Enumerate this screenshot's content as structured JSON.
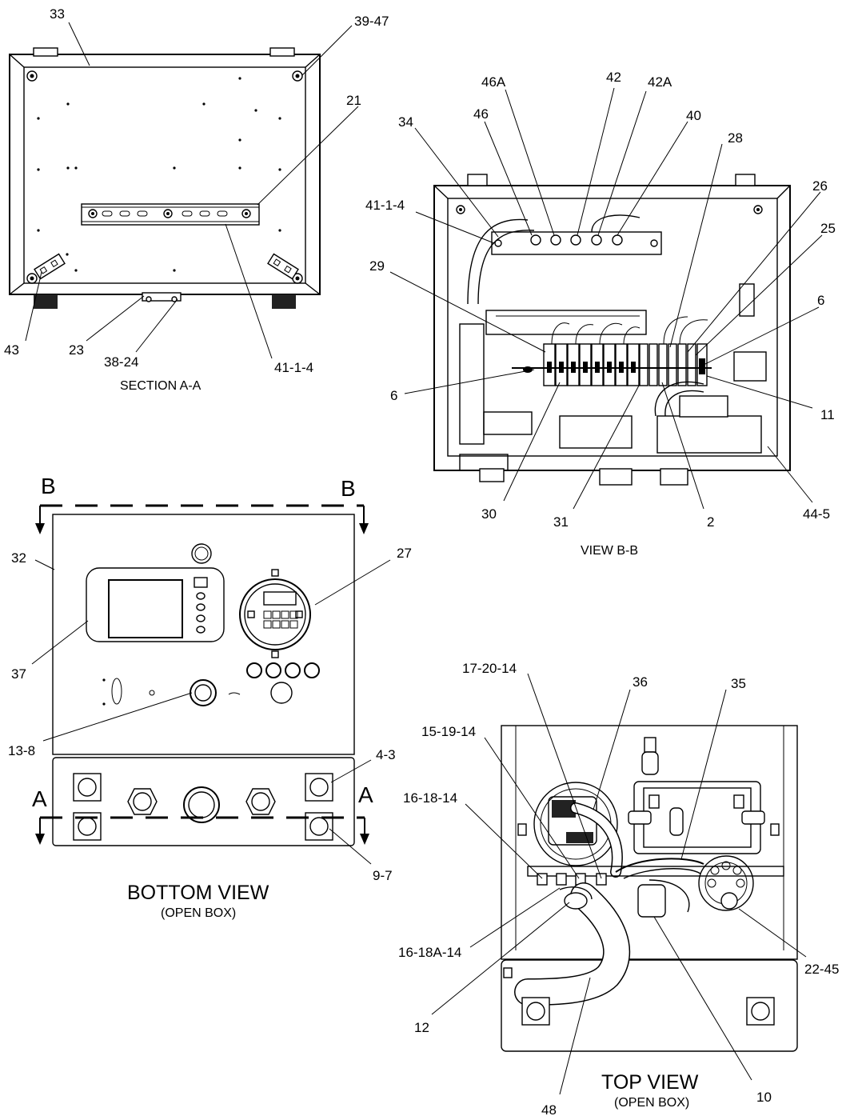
{
  "views": {
    "section_aa": {
      "caption": "SECTION A-A"
    },
    "view_bb": {
      "caption": "VIEW B-B"
    },
    "bottom_view": {
      "title": "BOTTOM VIEW",
      "subtitle": "(OPEN BOX)"
    },
    "top_view": {
      "title": "TOP VIEW",
      "subtitle": "(OPEN BOX)"
    }
  },
  "section_markers": {
    "b_left": "B",
    "b_right": "B",
    "a_left": "A",
    "a_right": "A"
  },
  "callouts": {
    "sa_33": "33",
    "sa_39_47": "39-47",
    "sa_21": "21",
    "sa_43": "43",
    "sa_23": "23",
    "sa_38_24": "38-24",
    "sa_41_1_4": "41-1-4",
    "vb_46a": "46A",
    "vb_42": "42",
    "vb_42a": "42A",
    "vb_46": "46",
    "vb_40": "40",
    "vb_34": "34",
    "vb_28": "28",
    "vb_26": "26",
    "vb_41_1_4": "41-1-4",
    "vb_25": "25",
    "vb_29": "29",
    "vb_6a": "6",
    "vb_6b": "6",
    "vb_11": "11",
    "vb_30": "30",
    "vb_31": "31",
    "vb_2": "2",
    "vb_44_5": "44-5",
    "bv_32": "32",
    "bv_27": "27",
    "bv_37": "37",
    "bv_13_8": "13-8",
    "bv_4_3": "4-3",
    "bv_9_7": "9-7",
    "tv_17_20_14": "17-20-14",
    "tv_36": "36",
    "tv_35": "35",
    "tv_15_19_14": "15-19-14",
    "tv_16_18_14": "16-18-14",
    "tv_16_18a_14": "16-18A-14",
    "tv_22_45": "22-45",
    "tv_12": "12",
    "tv_10": "10",
    "tv_48": "48"
  }
}
